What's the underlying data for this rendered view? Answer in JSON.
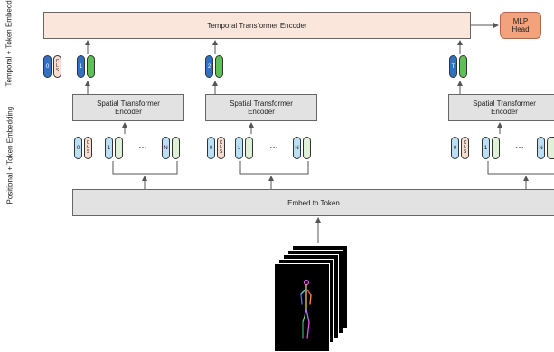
{
  "temporal_encoder": {
    "label": "Temporal Transformer Encoder"
  },
  "mlp_head": {
    "label": "MLP Head"
  },
  "spatial_encoders": [
    {
      "label": "Spatial Transformer Encoder"
    },
    {
      "label": "Spatial Transformer Encoder"
    },
    {
      "label": "Spatial Transformer Encoder"
    }
  ],
  "embed_to_token": {
    "label": "Embed to Token"
  },
  "side_labels": {
    "temporal": "Temporal + Token Embedding",
    "positional": "Positional + Token Embedding"
  },
  "tokens": {
    "zero": "0",
    "cls_letters": [
      "C",
      "L",
      "S"
    ],
    "frame_tokens": [
      "1",
      "2",
      "T"
    ],
    "patch_first": "1",
    "patch_last": "N",
    "dots": "…"
  },
  "colors": {
    "temporal_encoder_fill": "#fbe6dc",
    "mlp_fill": "#f3a37c",
    "spatial_fill": "#e2e2e2",
    "token_blue": "#2f72c4",
    "token_green": "#5fbf58",
    "patch_blue": "#b9e0f5",
    "patch_green": "#dff2d8",
    "cls_fill": "#f8ddd2"
  }
}
